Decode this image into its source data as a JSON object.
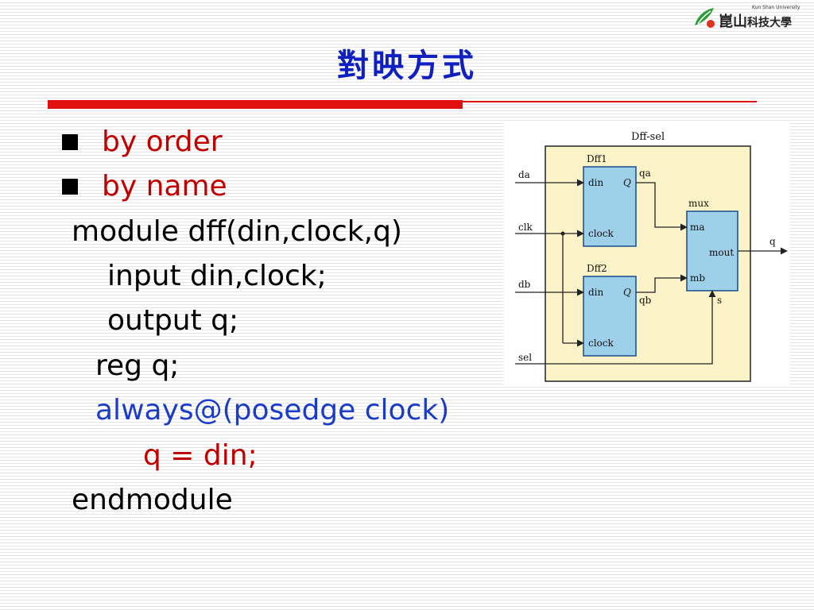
{
  "logo": {
    "university": "Kun Shan University",
    "name_main": "崑山",
    "name_sub": "科技大學"
  },
  "title": "對映方式",
  "bullets": [
    "by order",
    "by name"
  ],
  "code": [
    "module dff(din,clock,q)",
    "input din,clock;",
    "output q;",
    "reg  q;",
    "always@(posedge clock)",
    "q = din;",
    "endmodule"
  ],
  "diagram": {
    "outer_label": "Dff-sel",
    "ff1": {
      "name": "Dff1",
      "in": "din",
      "out": "Q",
      "clk": "clock"
    },
    "ff2": {
      "name": "Dff2",
      "in": "din",
      "out": "Q",
      "clk": "clock"
    },
    "mux": {
      "name": "mux",
      "in_a": "ma",
      "in_b": "mb",
      "out": "mout",
      "sel": "s"
    },
    "inputs": [
      "da",
      "clk",
      "db",
      "sel"
    ],
    "wires": {
      "qa": "qa",
      "qb": "qb",
      "q": "q"
    },
    "colors": {
      "outer_fill": "#fdf3c8",
      "block_fill": "#9ed0ea",
      "block_edge": "#1a4a8a"
    }
  },
  "colors": {
    "title": "#1020c0",
    "accent_red": "#e01010",
    "code_blue": "#1a3cc8",
    "code_red": "#c00000"
  }
}
